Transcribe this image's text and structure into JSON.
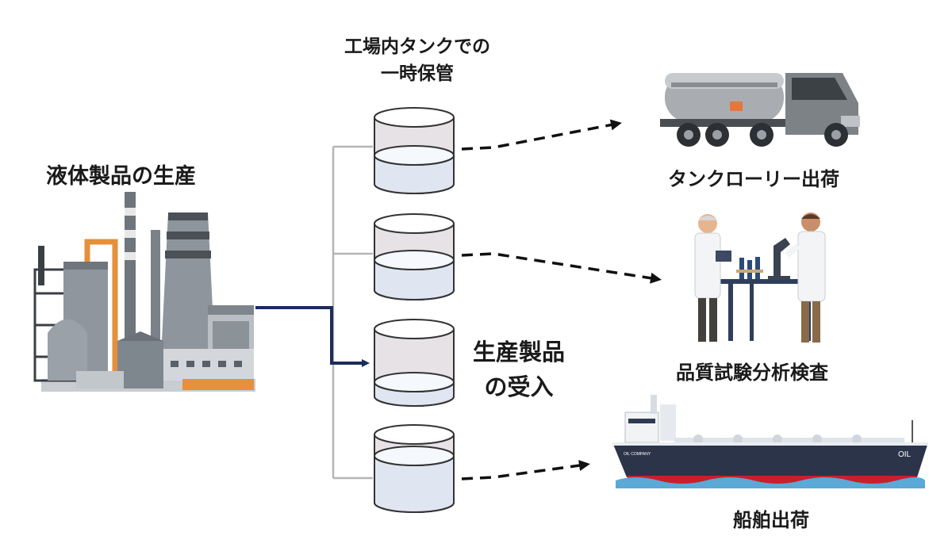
{
  "labels": {
    "production": "液体製品の生産",
    "storage_line1": "工場内タンクでの",
    "storage_line2": "一時保管",
    "receive_line1": "生産製品",
    "receive_line2": "の受入",
    "truck": "タンクローリー出荷",
    "lab": "品質試験分析検査",
    "ship": "船舶出荷"
  },
  "ship_text": {
    "oil": "OIL",
    "company": "OIL COMPANY"
  },
  "colors": {
    "flow_arrow": "#1c2c5a",
    "connector": "#b5b5b5",
    "tank_stroke": "#333333",
    "tank_liquid": "#dfe6f2",
    "dashed_arrow": "#111111"
  }
}
